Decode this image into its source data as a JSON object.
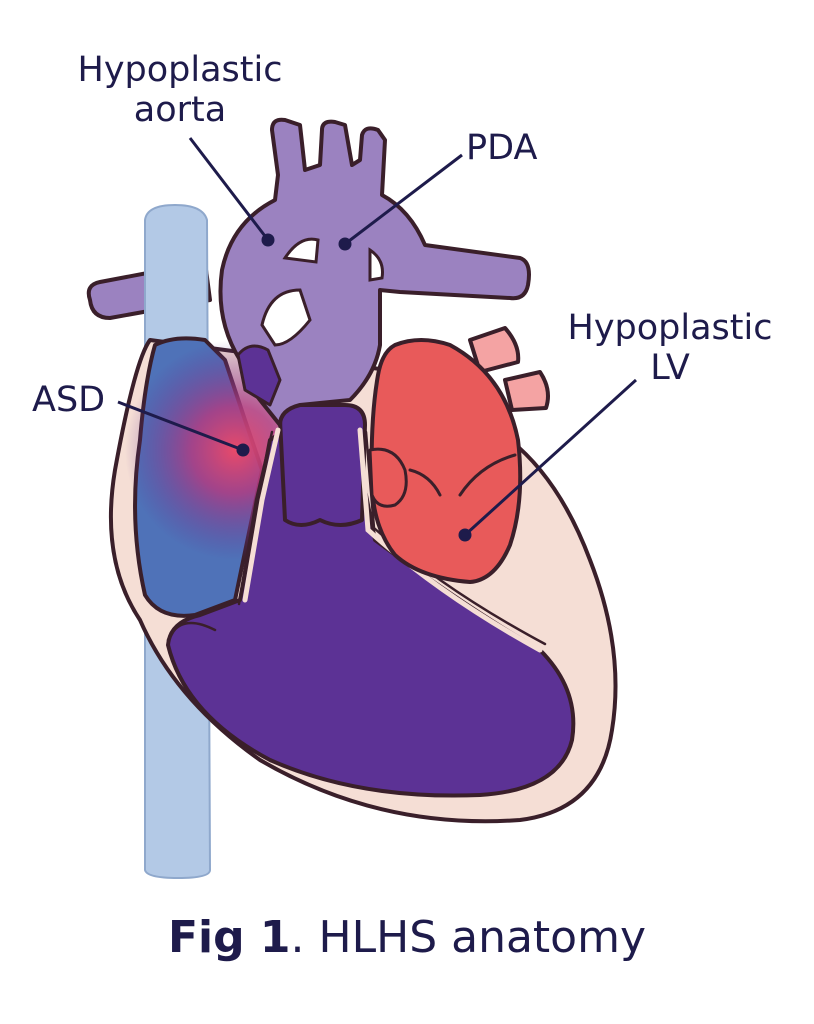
{
  "labels": {
    "aorta_line1": "Hypoplastic",
    "aorta_line2": "aorta",
    "pda": "PDA",
    "lv_line1": "Hypoplastic",
    "lv_line2": "LV",
    "asd": "ASD"
  },
  "caption": {
    "bold": "Fig 1",
    "rest": ". HLHS anatomy"
  },
  "colors": {
    "vena_cava": "#b3c9e6",
    "vessels": "#9b82c0",
    "outline": "#3a1f2a",
    "heart_wall": "#f5ded5",
    "right_ventricle": "#5c3295",
    "right_atrium": "#4f72b8",
    "left_ventricle": "#e85a5a",
    "pulmonary_veins": "#f4a3a3",
    "leader_line": "#1e1b4b"
  }
}
